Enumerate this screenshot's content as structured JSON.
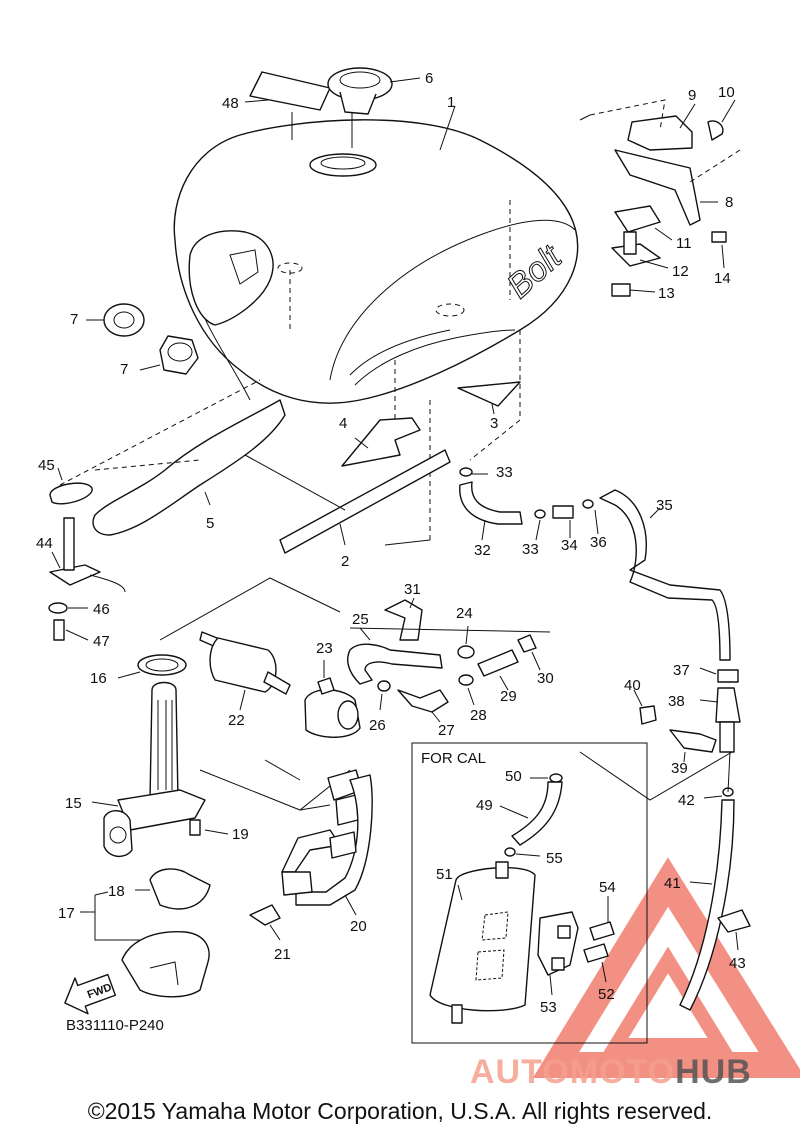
{
  "diagram_code": "B331110-P240",
  "for_cal_label": "FOR CAL",
  "fwd_label": "FWD",
  "tank_badge": "Bolt",
  "watermark": {
    "text_auto": "AUTO",
    "text_moto": "MOTO",
    "text_hub": "HUB",
    "color_light": "#f5a08e",
    "color_dark": "#555555",
    "triangle_color": "#ee6b5c"
  },
  "copyright": "©2015 Yamaha Motor Corporation, U.S.A. All rights reserved.",
  "callouts": [
    "1",
    "2",
    "3",
    "4",
    "5",
    "6",
    "7",
    "7",
    "8",
    "9",
    "10",
    "11",
    "12",
    "13",
    "14",
    "15",
    "16",
    "17",
    "18",
    "19",
    "20",
    "21",
    "22",
    "23",
    "24",
    "25",
    "26",
    "27",
    "28",
    "29",
    "30",
    "31",
    "32",
    "33",
    "33",
    "34",
    "35",
    "36",
    "37",
    "38",
    "39",
    "40",
    "41",
    "42",
    "43",
    "44",
    "45",
    "46",
    "47",
    "48",
    "49",
    "50",
    "51",
    "52",
    "53",
    "54",
    "55"
  ]
}
